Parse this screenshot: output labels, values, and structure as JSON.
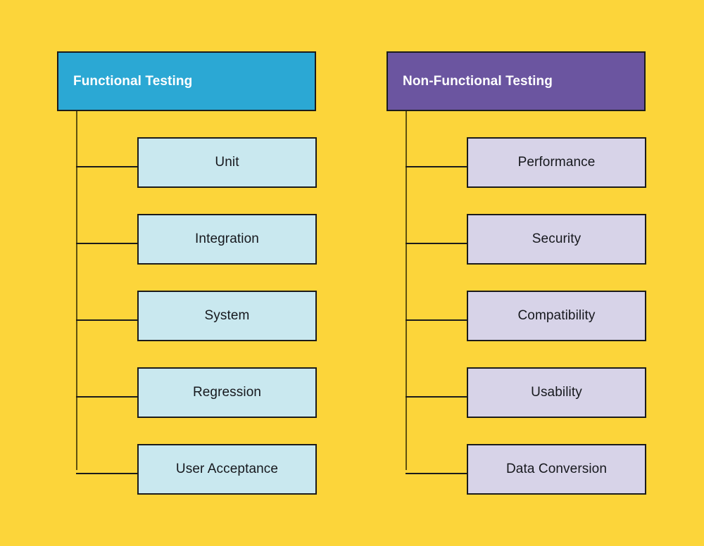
{
  "diagram": {
    "type": "two-column-tree",
    "background_color": "#FCD53A",
    "line_color": "#1b1b1b",
    "trunk_color": "#5f5210",
    "branches": [
      {
        "id": "functional",
        "root": {
          "label": "Functional Testing",
          "fill_color": "#2BA8D4",
          "text_color": "#FFFFFF"
        },
        "child_style": {
          "fill_color": "#C9E8EF",
          "text_color": "#16181D"
        },
        "children": [
          {
            "label": "Unit"
          },
          {
            "label": "Integration"
          },
          {
            "label": "System"
          },
          {
            "label": "Regression"
          },
          {
            "label": "User Acceptance"
          }
        ]
      },
      {
        "id": "non-functional",
        "root": {
          "label": "Non-Functional Testing",
          "fill_color": "#6B55A0",
          "text_color": "#FFFFFF"
        },
        "child_style": {
          "fill_color": "#D7D3E8",
          "text_color": "#16181D"
        },
        "children": [
          {
            "label": "Performance"
          },
          {
            "label": "Security"
          },
          {
            "label": "Compatibility"
          },
          {
            "label": "Usability"
          },
          {
            "label": "Data Conversion"
          }
        ]
      }
    ]
  }
}
